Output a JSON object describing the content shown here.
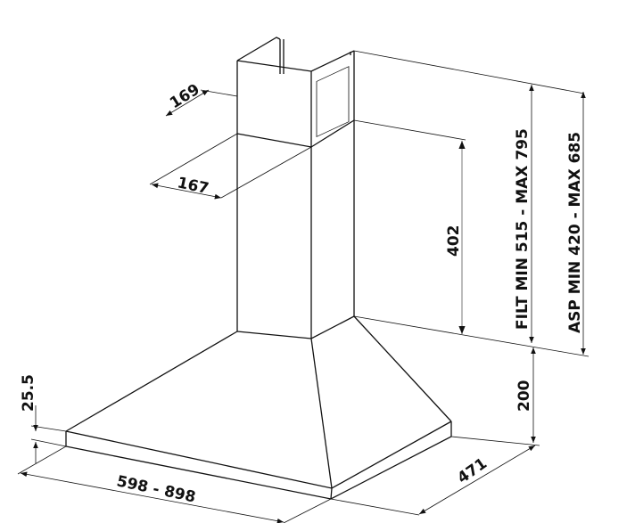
{
  "dimensions": {
    "chimney_depth": "169",
    "chimney_width": "167",
    "upper_chimney": "402",
    "filt_height": "FILT MIN 515 - MAX 795",
    "asp_height": "ASP MIN 420 - MAX 685",
    "hood_height": "200",
    "base_thickness": "25.5",
    "hood_width": "598 - 898",
    "hood_depth": "471"
  }
}
